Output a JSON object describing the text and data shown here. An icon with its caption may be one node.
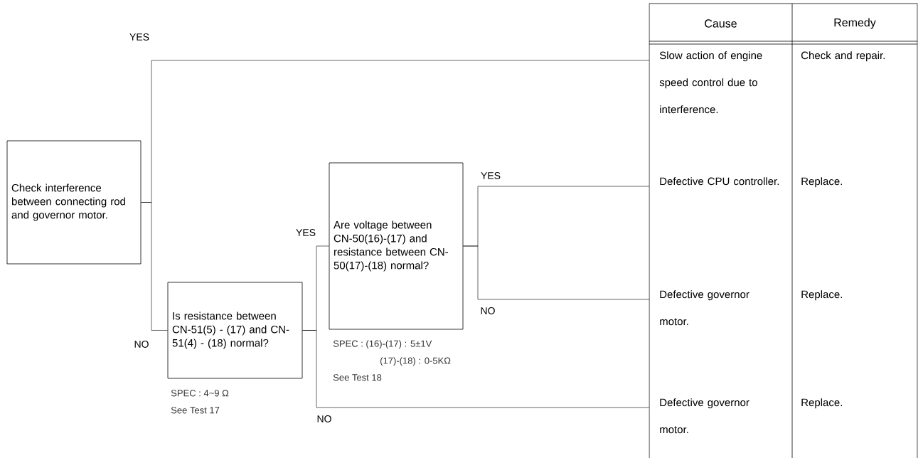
{
  "diagram": {
    "nodes": [
      {
        "text": [
          "Check interference between connecting rod and governor motor."
        ]
      },
      {
        "text": [
          "Is resistance between CN-51(5) - (17) and CN-51(4) - (18) normal?"
        ],
        "beside": [
          "SPEC : 4~9 Ω",
          "See Test 17"
        ]
      },
      {
        "text": [
          "Are voltage between CN-50(16)-(17) and resistance between CN-50(17)-(18) normal?"
        ],
        "beside": [
          "SPEC : (16)-(17) : 5±1V",
          "(17)-(18) : 0-5KΩ",
          "See Test 18"
        ]
      },
      {
        "text": [
          "Slow action of engine speed control due to interference."
        ]
      },
      {
        "text": [
          "Defective CPU controller."
        ]
      },
      {
        "text": [
          "Defective governor motor."
        ]
      },
      {
        "text": [
          "Defective governor motor."
        ]
      }
    ],
    "edges": [
      {
        "from": 0,
        "to": 3,
        "arrow": "none",
        "label": "YES"
      },
      {
        "from": 0,
        "to": 1,
        "arrow": "none",
        "label": "NO"
      },
      {
        "from": 1,
        "to": 2,
        "arrow": "none",
        "label": "YES"
      },
      {
        "from": 1,
        "to": 6,
        "arrow": "none",
        "label": "NO"
      },
      {
        "from": 2,
        "to": 4,
        "arrow": "none",
        "label": "YES"
      },
      {
        "from": 2,
        "to": 5,
        "arrow": "none",
        "label": "NO"
      }
    ],
    "labels": [
      "Cause",
      "Remedy",
      "Check and repair.",
      "Replace.",
      "Replace.",
      "Replace."
    ]
  }
}
